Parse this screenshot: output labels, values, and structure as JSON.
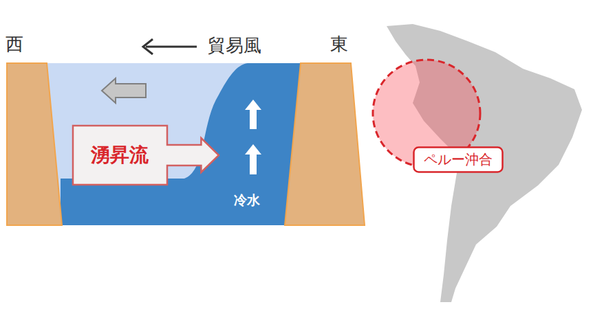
{
  "diagram": {
    "nodes": [
      {
        "text": [
          "湧昇流"
        ]
      },
      {
        "text": [
          "ペルー沖合"
        ]
      }
    ],
    "labels": [
      "西",
      "貿易風",
      "東",
      "冷水"
    ]
  }
}
